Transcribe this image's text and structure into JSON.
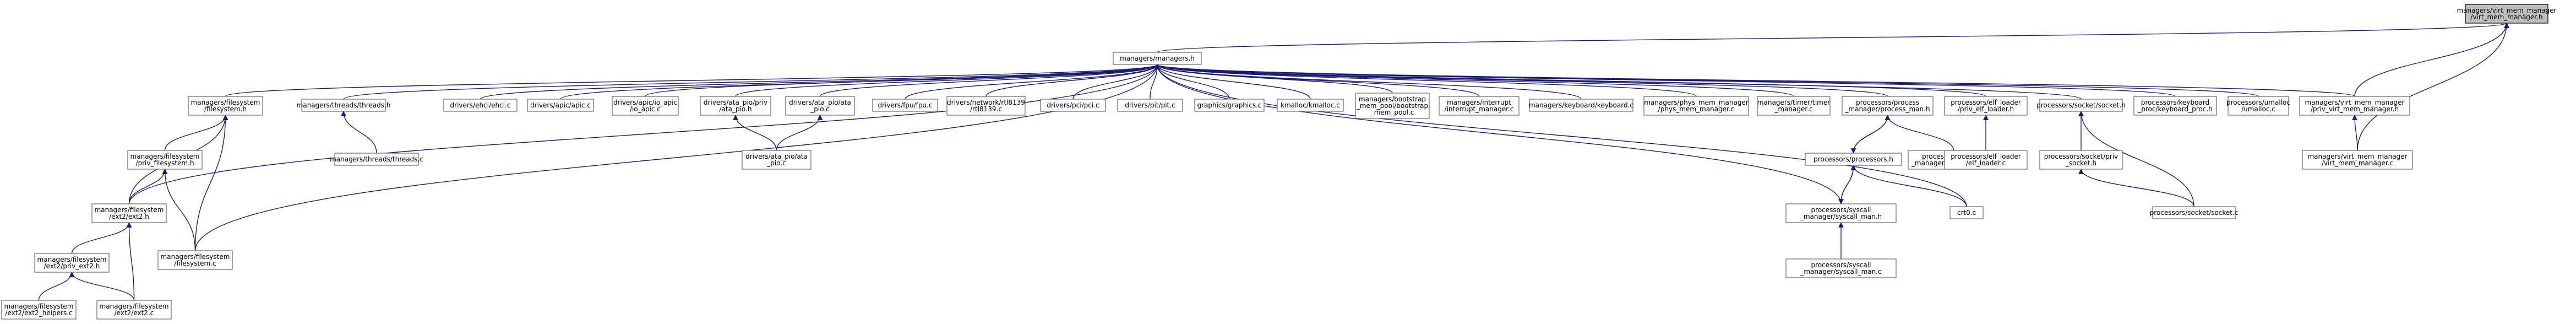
{
  "graph": {
    "colors": {
      "edge": "#191970",
      "root_fill": "#bfbfbf",
      "node_fill": "#ffffff",
      "node_border": "#666666"
    },
    "nodes": [
      {
        "id": "vmm_h",
        "lines": [
          "managers/virt_mem_manager",
          "/virt_mem_manager.h"
        ],
        "root": true
      },
      {
        "id": "managers_h",
        "lines": [
          "managers/managers.h"
        ]
      },
      {
        "id": "fs_h",
        "lines": [
          "managers/filesystem",
          "/filesystem.h"
        ]
      },
      {
        "id": "threads_h",
        "lines": [
          "managers/threads/threads.h"
        ]
      },
      {
        "id": "ehci",
        "lines": [
          "drivers/ehci/ehci.c"
        ]
      },
      {
        "id": "apic",
        "lines": [
          "drivers/apic/apic.c"
        ]
      },
      {
        "id": "ioapic",
        "lines": [
          "drivers/apic/io_apic",
          "/io_apic.c"
        ]
      },
      {
        "id": "atapio_h",
        "lines": [
          "drivers/ata_pio/priv",
          "/ata_pio.h"
        ]
      },
      {
        "id": "atapio_c",
        "lines": [
          "drivers/ata_pio/ata",
          "_pio.c"
        ]
      },
      {
        "id": "fpu",
        "lines": [
          "drivers/fpu/fpu.c"
        ]
      },
      {
        "id": "rtl",
        "lines": [
          "drivers/network/rtl8139",
          "/rtl8139.c"
        ]
      },
      {
        "id": "pci",
        "lines": [
          "drivers/pci/pci.c"
        ]
      },
      {
        "id": "pit",
        "lines": [
          "drivers/pit/pit.c"
        ]
      },
      {
        "id": "graphics",
        "lines": [
          "graphics/graphics.c"
        ]
      },
      {
        "id": "kmalloc",
        "lines": [
          "kmalloc/kmalloc.c"
        ]
      },
      {
        "id": "bootstrap",
        "lines": [
          "managers/bootstrap",
          "_mem_pool/bootstrap",
          "_mem_pool.c"
        ]
      },
      {
        "id": "interrupt",
        "lines": [
          "managers/interrupt",
          "/interrupt_manager.c"
        ]
      },
      {
        "id": "keyboard",
        "lines": [
          "managers/keyboard/keyboard.c"
        ]
      },
      {
        "id": "phys",
        "lines": [
          "managers/phys_mem_manager",
          "/phys_mem_manager.c"
        ]
      },
      {
        "id": "timer",
        "lines": [
          "managers/timer/timer",
          "_manager.c"
        ]
      },
      {
        "id": "procman_h",
        "lines": [
          "processors/process",
          "_manager/process_man.h"
        ]
      },
      {
        "id": "elfloader_h",
        "lines": [
          "processors/elf_loader",
          "/priv_elf_loader.h"
        ]
      },
      {
        "id": "socket_h",
        "lines": [
          "processors/socket/socket.h"
        ]
      },
      {
        "id": "kbdproc",
        "lines": [
          "processors/keyboard",
          "_proc/keyboard_proc.h"
        ]
      },
      {
        "id": "umalloc",
        "lines": [
          "processors/umalloc",
          "/umalloc.c"
        ]
      },
      {
        "id": "privvmm_h",
        "lines": [
          "managers/virt_mem_manager",
          "/priv_virt_mem_manager.h"
        ]
      },
      {
        "id": "privfs_h",
        "lines": [
          "managers/filesystem",
          "/priv_filesystem.h"
        ]
      },
      {
        "id": "threads_c",
        "lines": [
          "managers/threads/threads.c"
        ]
      },
      {
        "id": "atapio_dup",
        "lines": [
          "drivers/ata_pio/ata",
          "_pio.c"
        ]
      },
      {
        "id": "processors_h",
        "lines": [
          "processors/processors.h"
        ]
      },
      {
        "id": "procman_c",
        "lines": [
          "processors/process",
          "_manager/process_man.c"
        ]
      },
      {
        "id": "elfloader_c",
        "lines": [
          "processors/elf_loader",
          "/elf_loader.c"
        ]
      },
      {
        "id": "privsocket_h",
        "lines": [
          "processors/socket/priv",
          "_socket.h"
        ]
      },
      {
        "id": "vmm_c",
        "lines": [
          "managers/virt_mem_manager",
          "/virt_mem_manager.c"
        ]
      },
      {
        "id": "ext2_h",
        "lines": [
          "managers/filesystem",
          "/ext2/ext2.h"
        ]
      },
      {
        "id": "syscall_h",
        "lines": [
          "processors/syscall",
          "_manager/syscall_man.h"
        ]
      },
      {
        "id": "crt0",
        "lines": [
          "crt0.c"
        ]
      },
      {
        "id": "socket_c",
        "lines": [
          "processors/socket/socket.c"
        ]
      },
      {
        "id": "privext2_h",
        "lines": [
          "managers/filesystem",
          "/ext2/priv_ext2.h"
        ]
      },
      {
        "id": "fs_c",
        "lines": [
          "managers/filesystem",
          "/filesystem.c"
        ]
      },
      {
        "id": "syscall_c",
        "lines": [
          "processors/syscall",
          "_manager/syscall_man.c"
        ]
      },
      {
        "id": "ext2helpers",
        "lines": [
          "managers/filesystem",
          "/ext2/ext2_helpers.c"
        ]
      },
      {
        "id": "ext2_c",
        "lines": [
          "managers/filesystem",
          "/ext2/ext2.c"
        ]
      }
    ]
  }
}
